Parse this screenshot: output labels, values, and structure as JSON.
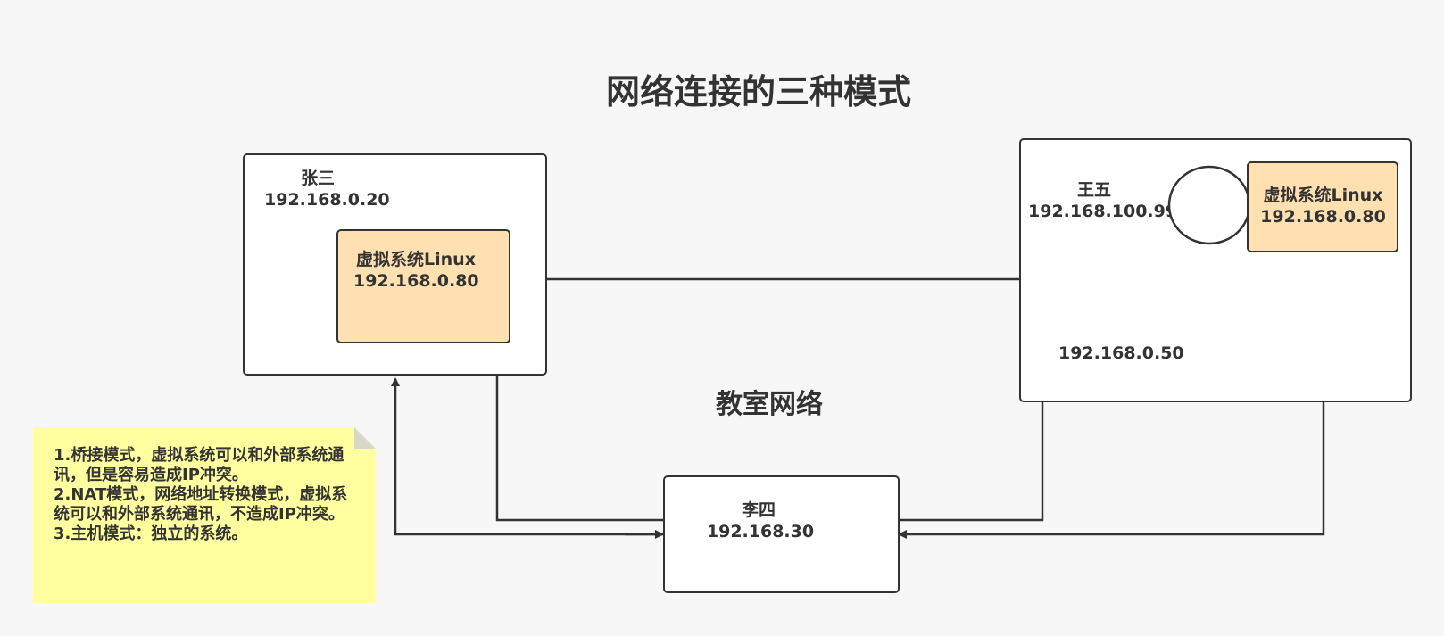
{
  "title": "网络连接的三种模式",
  "center_label": "教室网络",
  "nodes": {
    "zhangsan": {
      "name": "张三",
      "ip": "192.168.0.20"
    },
    "zhangsan_vm": {
      "name": "虚拟系统Linux",
      "ip": "192.168.0.80"
    },
    "wangwu": {
      "name": "王五",
      "ip": "192.168.100.99",
      "inner_ip": "192.168.0.50"
    },
    "wangwu_vm": {
      "name": "虚拟系统Linux",
      "ip": "192.168.0.80"
    },
    "lisi": {
      "name": "李四",
      "ip": "192.168.30"
    }
  },
  "note": {
    "lines": [
      "1.桥接模式，虚拟系统可以和外部系统通讯，但是容易造成IP冲突。",
      "2.NAT模式，网络地址转换模式，虚拟系统可以和外部系统通讯，不造成IP冲突。",
      "3.主机模式：独立的系统。"
    ]
  },
  "colors": {
    "background": "#f7f7f7",
    "vm_fill": "#ffe0b0",
    "note_fill": "#ffffa0",
    "stroke": "#333333"
  }
}
